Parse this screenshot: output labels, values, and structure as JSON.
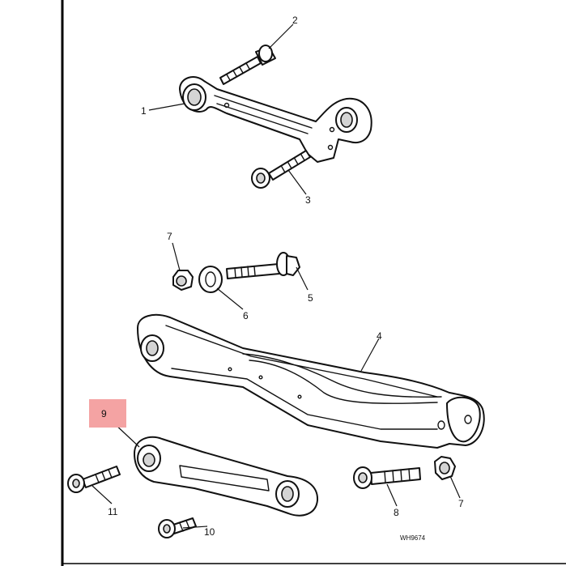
{
  "callouts": {
    "c1": "1",
    "c2": "2",
    "c3": "3",
    "c4": "4",
    "c5": "5",
    "c6": "6",
    "c7a": "7",
    "c7b": "7",
    "c8": "8",
    "c9": "9",
    "c10": "10",
    "c11": "11"
  },
  "drawing_code": "WH9674",
  "colors": {
    "highlight": "#f4a3a3",
    "line": "#111111",
    "frame": "#000000"
  }
}
